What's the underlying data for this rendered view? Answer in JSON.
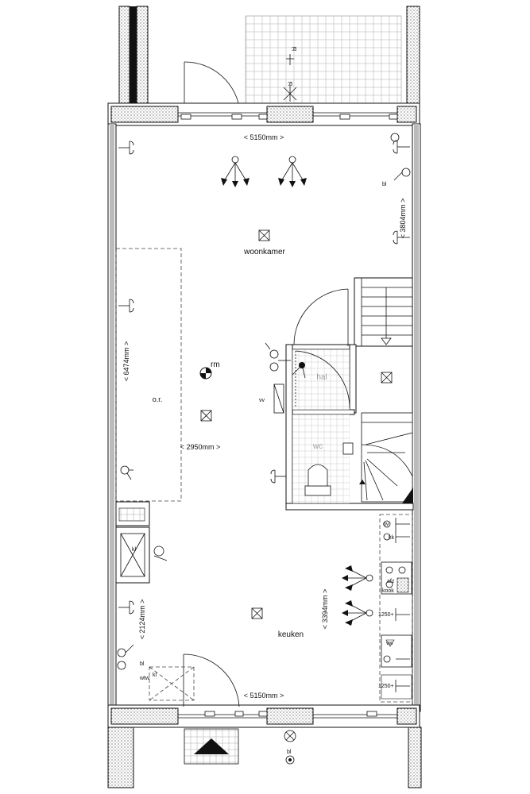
{
  "rooms": {
    "woonkamer": "woonkamer",
    "keuken": "keuken",
    "hal": "hal",
    "wc": "wc",
    "or": "o.r.",
    "rm": "rm"
  },
  "dimensions": {
    "top_width": "< 5150mm >",
    "bottom_width": "< 5150mm >",
    "right_upper": "< 3804mm >",
    "left_mid": "< 6474mm >",
    "center_width": "< 2950mm >",
    "left_lower": "< 2124mm >",
    "right_lower": "< 3394mm >"
  },
  "fixtures": {
    "bl_terrace": "bl",
    "bl_window": "bl",
    "bl_right": "bl",
    "bl_left_lower": "bl",
    "bl_front": "bl",
    "vv": "vv",
    "wtw": "wtw",
    "kl": "kl",
    "ov": "ov",
    "kk": "kk",
    "afz": "afz",
    "kook": "kook",
    "p1250a": "1250+",
    "vw": "vw",
    "p1250b": "1250+"
  }
}
